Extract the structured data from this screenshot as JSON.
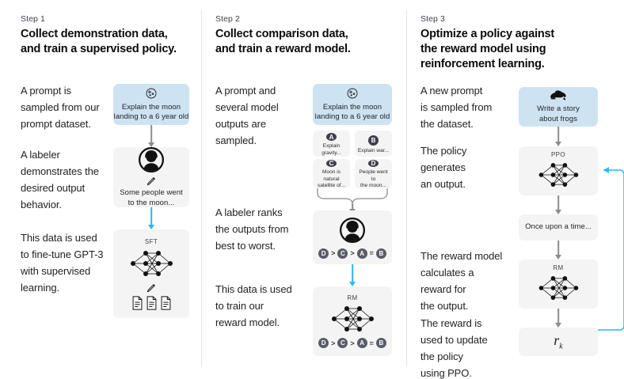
{
  "diagram": {
    "title": "RLHF three step process",
    "accent_blue": "#29b6f6",
    "prompt_box_bg": "#cde3f1",
    "node_box_bg": "#f4f4f4",
    "divider_color": "#e4e4e4"
  },
  "step1": {
    "label": "Step 1",
    "title": "Collect demonstration data,\nand train a supervised policy.",
    "desc1": "A prompt is\nsampled from our\nprompt dataset.",
    "desc2": "A labeler\ndemonstrates the\ndesired output\nbehavior.",
    "desc3": "This data is used\nto fine-tune GPT-3\nwith supervised\nlearning.",
    "prompt_text": "Explain the moon\nlanding to a 6 year old",
    "labeler_text": "Some people went\nto the moon...",
    "model_tag": "SFT"
  },
  "step2": {
    "label": "Step 2",
    "title": "Collect comparison data,\nand train a reward model.",
    "desc1": "A prompt and\nseveral model\noutputs are\nsampled.",
    "desc2": "A labeler ranks\nthe outputs from\nbest to worst.",
    "desc3": "This data is used\nto train our\nreward model.",
    "prompt_text": "Explain the moon\nlanding to a 6 year old",
    "options": [
      {
        "badge": "A",
        "text": "Explain gravity..."
      },
      {
        "badge": "B",
        "text": "Explain war..."
      },
      {
        "badge": "C",
        "text": "Moon is natural\nsatellite of..."
      },
      {
        "badge": "D",
        "text": "People went to\nthe moon..."
      }
    ],
    "ranking": [
      "D",
      ">",
      "C",
      ">",
      "A",
      "=",
      "B"
    ],
    "model_tag": "RM"
  },
  "step3": {
    "label": "Step 3",
    "title": "Optimize a policy against\nthe reward model using\nreinforcement learning.",
    "desc1": "A new prompt\nis sampled from\nthe dataset.",
    "desc2": "The policy\ngenerates\nan output.",
    "desc3": "The reward model\ncalculates a\nreward for\nthe output.",
    "desc4": "The reward is\nused to update\nthe policy\nusing PPO.",
    "prompt_text": "Write a story\nabout frogs",
    "policy_tag": "PPO",
    "output_text": "Once upon a time...",
    "reward_tag": "RM",
    "reward_symbol": "r",
    "reward_subscript": "k"
  }
}
